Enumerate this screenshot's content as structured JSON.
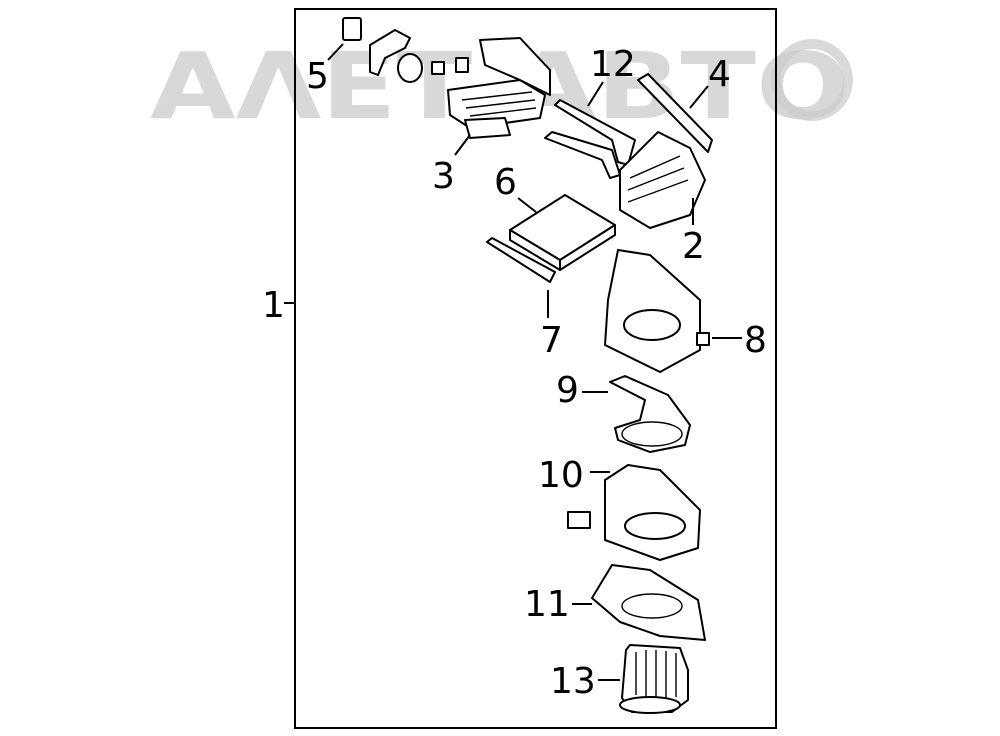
{
  "watermark": {
    "text": "ΑΛΕΤ ΑΒΤО",
    "color": "#cccccc"
  },
  "callouts": {
    "p1": "1",
    "p2": "2",
    "p3": "3",
    "p4": "4",
    "p5": "5",
    "p6": "6",
    "p7": "7",
    "p8": "8",
    "p9": "9",
    "p10": "10",
    "p11": "11",
    "p12": "12",
    "p13": "13"
  },
  "colors": {
    "line": "#000000",
    "background": "#ffffff"
  }
}
